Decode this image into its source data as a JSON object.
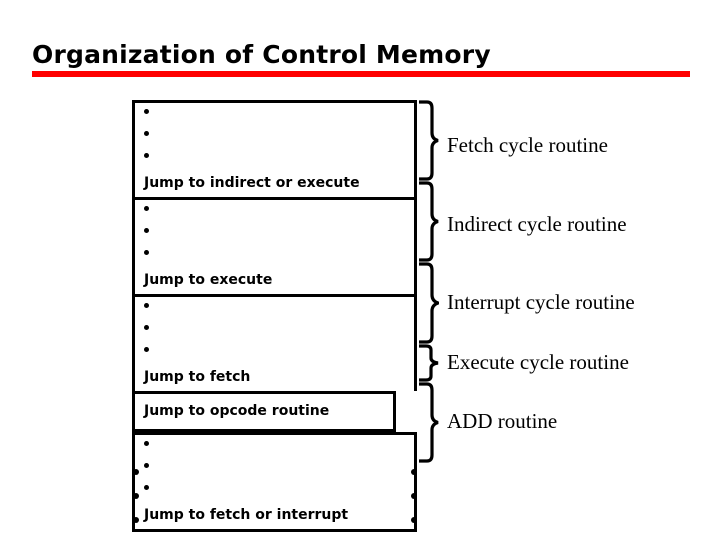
{
  "slide": {
    "title": "Organization of Control Memory",
    "accent_color": "#ff0000",
    "background_color": "#ffffff",
    "text_color": "#000000"
  },
  "memory_map": {
    "sections": [
      {
        "id": "fetch",
        "label": "Jump to indirect or execute",
        "bullets": 3,
        "narrow": false
      },
      {
        "id": "indirect",
        "label": "Jump to execute",
        "bullets": 3,
        "narrow": false
      },
      {
        "id": "interrupt",
        "label": "Jump to fetch",
        "bullets": 3,
        "narrow": false
      },
      {
        "id": "execute",
        "label": "Jump to opcode routine",
        "bullets": 0,
        "narrow": true
      },
      {
        "id": "add",
        "label": "Jump to fetch or interrupt",
        "bullets": 3,
        "narrow": false
      }
    ],
    "continuation_dots": 3
  },
  "annotations": [
    {
      "id": "fetch",
      "label": "Fetch cycle routine"
    },
    {
      "id": "indirect",
      "label": "Indirect cycle routine"
    },
    {
      "id": "interrupt",
      "label": "Interrupt cycle routine"
    },
    {
      "id": "execute",
      "label": "Execute cycle routine"
    },
    {
      "id": "add",
      "label": "ADD routine"
    }
  ]
}
